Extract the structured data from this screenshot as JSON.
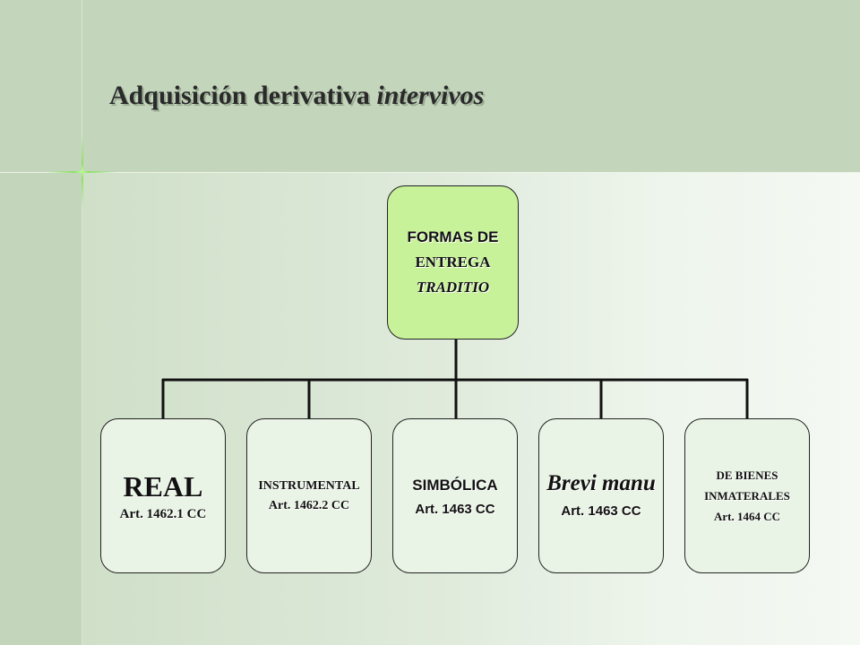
{
  "title": {
    "main": "Adquisición derivativa",
    "italic": "intervivos"
  },
  "root": {
    "line1": "FORMAS DE",
    "line2": "ENTREGA",
    "line3": "TRADITIO"
  },
  "children": [
    {
      "name": "REAL",
      "article": "Art. 1462.1 CC"
    },
    {
      "name": "INSTRUMENTAL",
      "article": "Art. 1462.2 CC"
    },
    {
      "name": "SIMBÓLICA",
      "article": "Art. 1463 CC"
    },
    {
      "name": "Brevi manu",
      "article": "Art. 1463 CC"
    },
    {
      "name_line1": "DE BIENES",
      "name_line2": "INMATERALES",
      "article": "Art. 1464 CC"
    }
  ],
  "colors": {
    "root_fill": "#c8f29a",
    "child_fill": "#eaf4e6",
    "header_bg": "#c3d5bb"
  }
}
